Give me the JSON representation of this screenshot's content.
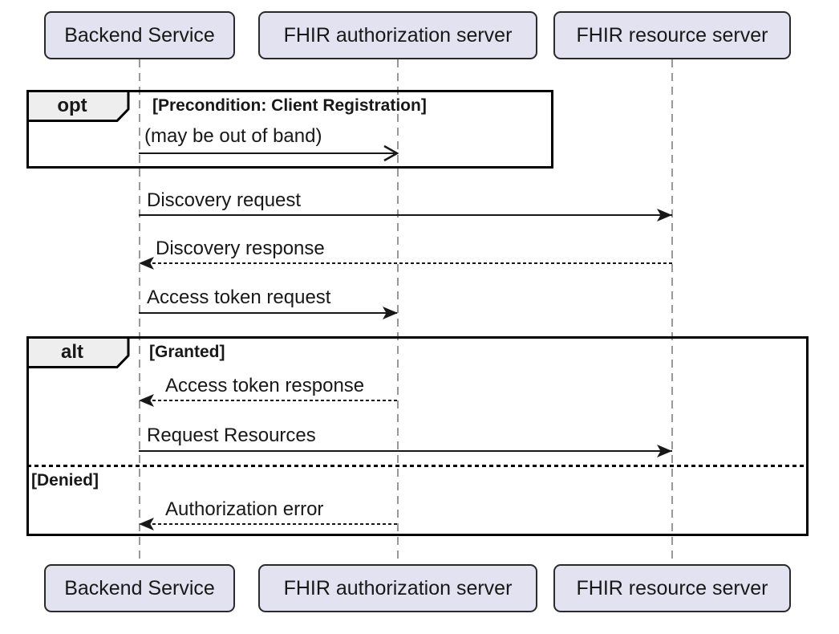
{
  "diagram": {
    "kind": "uml-sequence-diagram",
    "participants": [
      {
        "id": "backend",
        "name": "Backend Service"
      },
      {
        "id": "auth",
        "name": "FHIR authorization server"
      },
      {
        "id": "resource",
        "name": "FHIR resource server"
      }
    ],
    "fragments": {
      "opt": {
        "operator": "opt",
        "guard": "[Precondition: Client Registration]"
      },
      "alt": {
        "operator": "alt",
        "guard_granted": "[Granted]",
        "guard_denied": "[Denied]"
      }
    },
    "messages": [
      {
        "label": "(may be out of band)",
        "from": "backend",
        "to": "auth",
        "line": "solid",
        "arrowhead": "open",
        "fragment": "opt"
      },
      {
        "label": "Discovery request",
        "from": "backend",
        "to": "resource",
        "line": "solid",
        "arrowhead": "filled",
        "fragment": null
      },
      {
        "label": "Discovery response",
        "from": "resource",
        "to": "backend",
        "line": "dotted",
        "arrowhead": "filled",
        "fragment": null
      },
      {
        "label": "Access token request",
        "from": "backend",
        "to": "auth",
        "line": "solid",
        "arrowhead": "filled",
        "fragment": null
      },
      {
        "label": "Access token response",
        "from": "auth",
        "to": "backend",
        "line": "dotted",
        "arrowhead": "filled",
        "fragment": "alt:granted"
      },
      {
        "label": "Request Resources",
        "from": "backend",
        "to": "resource",
        "line": "solid",
        "arrowhead": "filled",
        "fragment": "alt:granted"
      },
      {
        "label": "Authorization error",
        "from": "auth",
        "to": "backend",
        "line": "dotted",
        "arrowhead": "filled",
        "fragment": "alt:denied"
      }
    ],
    "colors": {
      "background": "#FFFFFF",
      "participant_fill": "#E2E2F0",
      "participant_border": "#2A2A2A",
      "lifeline": "#999999",
      "message": "#181818",
      "fragment_border": "#000000",
      "fragment_label_fill": "#EEEEEE",
      "text": "#181818"
    }
  }
}
